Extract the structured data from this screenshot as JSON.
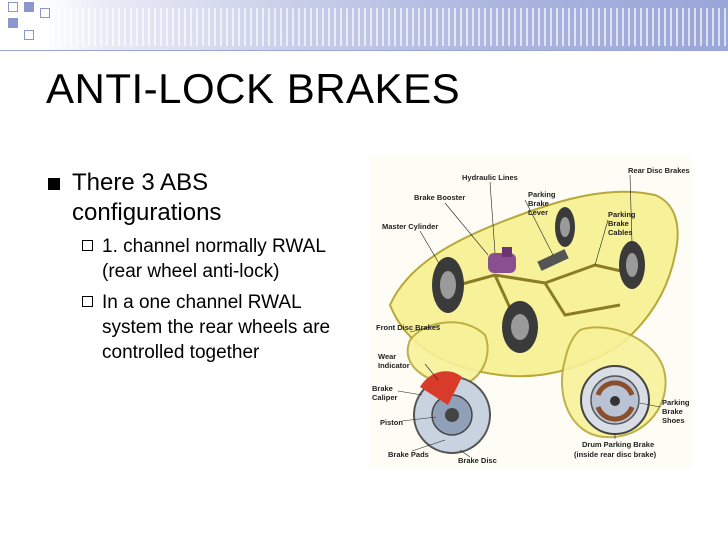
{
  "slide": {
    "title": "ANTI-LOCK BRAKES",
    "bullet": "There 3 ABS configurations",
    "sub_bullets": [
      "1. channel normally RWAL (rear wheel anti-lock)",
      "In a one channel RWAL system the rear wheels are controlled together"
    ]
  },
  "figure": {
    "labels": {
      "hydraulic_lines": "Hydraulic Lines",
      "rear_disc_brakes": "Rear Disc Brakes",
      "brake_booster": "Brake Booster",
      "parking_brake_lever": [
        "Parking",
        "Brake",
        "Lever"
      ],
      "parking_brake_cables": [
        "Parking",
        "Brake",
        "Cables"
      ],
      "master_cylinder": "Master Cylinder",
      "front_disc_brakes": "Front Disc Brakes",
      "wear_indicator": [
        "Wear",
        "Indicator"
      ],
      "brake_caliper": [
        "Brake",
        "Caliper"
      ],
      "piston": "Piston",
      "brake_pads": "Brake Pads",
      "brake_disc": "Brake Disc",
      "parking_brake_shoes": [
        "Parking",
        "Brake",
        "Shoes"
      ],
      "drum_parking_brake": [
        "Drum Parking Brake",
        "(inside rear disc brake)"
      ]
    }
  },
  "colors": {
    "band": "#9aa6d8",
    "car_body": "#f7f29a",
    "car_outline": "#b8a83a"
  }
}
